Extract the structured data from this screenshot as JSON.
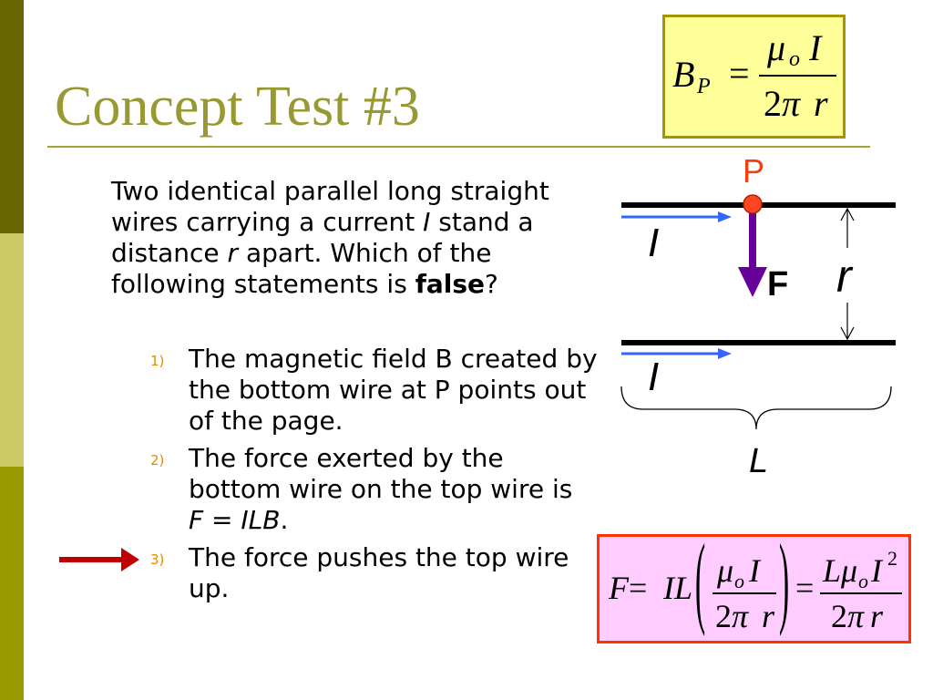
{
  "title": "Concept Test #3",
  "question": {
    "lines": [
      [
        "Two identical parallel long straight"
      ],
      [
        "wires carrying a current ",
        "I",
        " stand a"
      ],
      [
        "distance ",
        "r",
        " apart. Which of the"
      ],
      [
        "following statements is ",
        "false",
        "?"
      ]
    ]
  },
  "options": [
    {
      "number": "1)",
      "lines": [
        [
          "The magnetic field B created by"
        ],
        [
          "the bottom wire at P points out"
        ],
        [
          "of the page."
        ]
      ]
    },
    {
      "number": "2)",
      "lines": [
        [
          "The force exerted by the"
        ],
        [
          "bottom wire on the top wire is"
        ],
        [
          "F",
          " = ",
          "ILB",
          "."
        ]
      ]
    },
    {
      "number": "3)",
      "lines": [
        [
          "The force pushes the top wire"
        ],
        [
          "up."
        ]
      ]
    }
  ],
  "answer_pointer": {
    "icon": "right-arrow-icon",
    "color": "#C00000"
  },
  "field_formula": {
    "lhs": "B",
    "lhs_sub": "P",
    "equals": "=",
    "num_mu": "μ",
    "num_mu_sub": "o",
    "num_current": "I",
    "den_two": "2",
    "den_pi": "π",
    "den_r": "r",
    "box_fill": "#FFFF99",
    "box_border": "#A69500"
  },
  "force_formula": {
    "lhs": "F",
    "equals_1": "=",
    "factor": "IL",
    "paren_open": "(",
    "paren_close": ")",
    "inner_num_mu": "μ",
    "inner_num_mu_sub": "o",
    "inner_num_current": "I",
    "inner_den_two": "2",
    "inner_den_pi": "π",
    "inner_den_r": "r",
    "equals_2": "=",
    "result_num_length": "L",
    "result_num_mu": "μ",
    "result_num_mu_sub": "o",
    "result_num_current": "I",
    "result_num_exponent": "2",
    "result_den_two": "2",
    "result_den_pi": "π",
    "result_den_r": "r",
    "box_fill": "#FFCCFF",
    "box_border": "#FF3300"
  },
  "diagram": {
    "point_label": "P",
    "top_current_label": "I",
    "bottom_current_label": "I",
    "force_label": "F",
    "separation_label": "r",
    "length_label": "L",
    "current_arrow_color": "#3366FF",
    "force_arrow_color": "#660099",
    "point_color": "#FF4422",
    "wire_color": "#000000"
  },
  "theme": {
    "title_color": "#999933",
    "accent_bar_colors": [
      "#666600",
      "#CCCC66",
      "#999900"
    ],
    "option_number_color": "#E68A00"
  }
}
